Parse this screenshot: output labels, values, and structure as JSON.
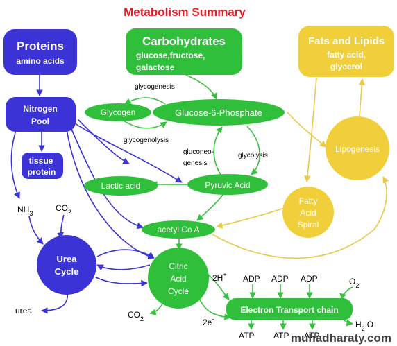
{
  "title": "Metabolism Summary",
  "colors": {
    "title": "#e51c23",
    "protein_fill": "#3b33d6",
    "carb_fill": "#2fbf3a",
    "fat_fill": "#f1cf3a",
    "protein_arrow": "#3b33d6",
    "carb_arrow": "#39c040",
    "fat_arrow": "#e8c94a",
    "black": "#000000",
    "white": "#ffffff"
  },
  "nodes": {
    "proteins": {
      "title": "Proteins",
      "subtitle": "amino acids"
    },
    "carbohydrates": {
      "title": "Carbohydrates",
      "line1": "glucose,fructose,",
      "line2": "galactose"
    },
    "fats": {
      "title": "Fats and Lipids",
      "line1": "fatty acid,",
      "line2": "glycerol"
    },
    "nitrogen_pool": {
      "line1": "Nitrogen",
      "line2": "Pool"
    },
    "tissue_protein": {
      "line1": "tissue",
      "line2": "protein"
    },
    "glycogen": "Glycogen",
    "g6p": "Glucose-6-Phosphate",
    "lactic_acid": "Lactic acid",
    "pyruvic_acid": "Pyruvic Acid",
    "acetyl_coa": "acetyl Co A",
    "lipogenesis": "Lipogenesis",
    "fatty_acid_spiral": {
      "line1": "Fatty",
      "line2": "Acid",
      "line3": "Spiral"
    },
    "urea_cycle": {
      "line1": "Urea",
      "line2": "Cycle"
    },
    "citric_acid_cycle": {
      "line1": "Citric",
      "line2": "Acid",
      "line3": "Cycle"
    },
    "etc": "Electron Transport chain"
  },
  "labels": {
    "glycogenesis": "glycogenesis",
    "glycogenolysis": "glycogenolysis",
    "gluconeogenesis_1": "gluconeo-",
    "gluconeogenesis_2": "genesis",
    "glycolysis": "glycolysis",
    "nh3_main": "NH",
    "nh3_sub": "3",
    "co2_top": "CO",
    "co2_top_sub": "2",
    "urea": "urea",
    "co2_bottom": "CO",
    "co2_bottom_sub": "2",
    "two_h": "2H",
    "two_h_sup": "+",
    "two_e": "2e",
    "two_e_sup": "-",
    "adp_1": "ADP",
    "adp_2": "ADP",
    "adp_3": "ADP",
    "o2_main": "O",
    "o2_sub": "2",
    "atp_1": "ATP",
    "atp_2": "ATP",
    "atp_3": "ATP",
    "h2o_h": "H",
    "h2o_2": "2",
    "h2o_o": "O"
  },
  "watermark": "muhadharaty.com"
}
